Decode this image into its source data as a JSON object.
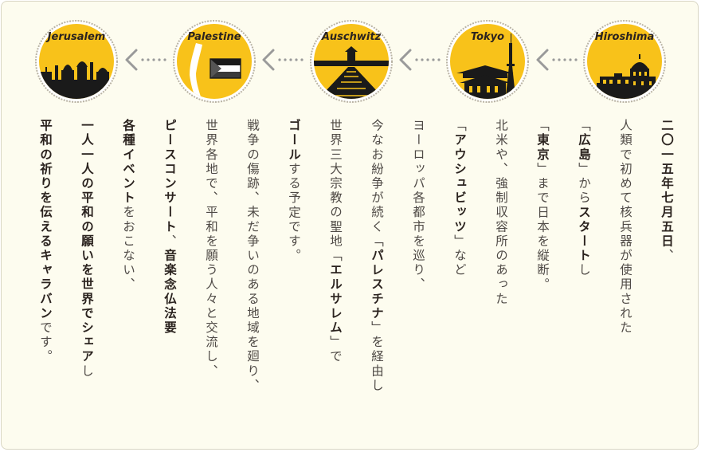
{
  "route": {
    "stops": [
      {
        "label": "Hiroshima"
      },
      {
        "label": "Tokyo"
      },
      {
        "label": "Auschwitz"
      },
      {
        "label": "Palestine"
      },
      {
        "label": "Jerusalem"
      }
    ]
  },
  "colors": {
    "badge_fill": "#f8c21a",
    "badge_ring": "#b9b3a4",
    "silhouette": "#1a1a1a",
    "arrow": "#9a9a9a",
    "text": "#4f4a46",
    "bold_text": "#2b231f",
    "background": "#fdfcef"
  },
  "body": {
    "c1_s1": "二〇一五年七月五日",
    "c1_s2": "、",
    "c2_s1": "人類で初めて核兵器が使用された",
    "c3_s1": "「",
    "c3_s2": "広島",
    "c3_s3": "」から",
    "c3_s4": "スタート",
    "c3_s5": "し",
    "c4_s1": "「",
    "c4_s2": "東京",
    "c4_s3": "」まで日本を縦断。",
    "c5_s1": "北米や、強制収容所のあった",
    "c6_s1": "「",
    "c6_s2": "アウシュビッツ",
    "c6_s3": "」など",
    "c7_s1": "ヨーロッパ各都市を巡り、",
    "c8_s1": "今なお紛争が続く「",
    "c8_s2": "パレスチナ",
    "c8_s3": "」を経由し",
    "c9_s1": "世界三大宗教の聖地「",
    "c9_s2": "エルサレム",
    "c9_s3": "」で",
    "c10_s1": "ゴール",
    "c10_s2": "する予定です。",
    "c11_s1": "戦争の傷跡、未だ争いのある地域を廻り、",
    "c12_s1": "世界各地で、平和を願う人々と交流し、",
    "c13_s1": "ピースコンサート",
    "c13_s2": "、",
    "c13_s3": "音楽念仏法要",
    "c14_s1": "各種イベント",
    "c14_s2": "をおこない、",
    "c15_s1": "一人一人の平和の願いを世界でシェア",
    "c15_s2": "し",
    "c16_s1": "平和の祈りを伝えるキャラバン",
    "c16_s2": "です。"
  }
}
